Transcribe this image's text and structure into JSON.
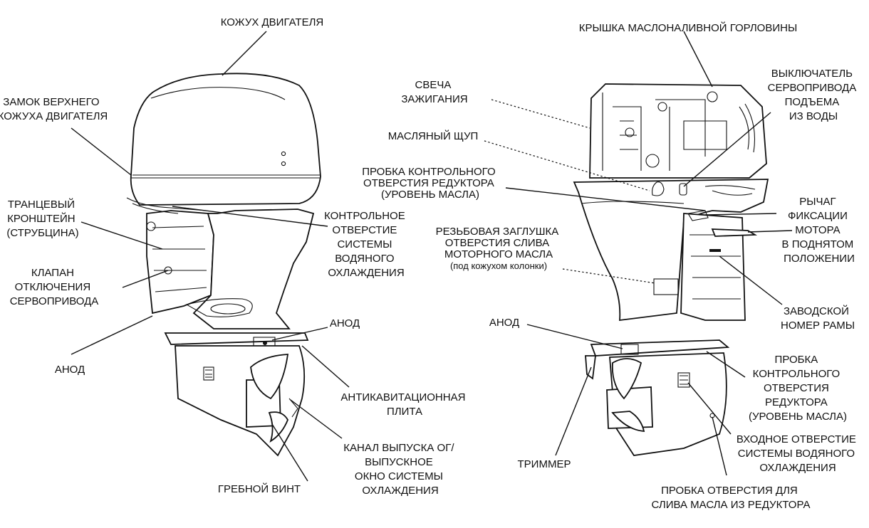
{
  "diagram": {
    "left_labels": {
      "engine_cowl": "КОЖУХ ДВИГАТЕЛЯ",
      "top_cowl_latch": [
        "ЗАМОК ВЕРХНЕГО",
        "КОЖУХА ДВИГАТЕЛЯ"
      ],
      "transom_bracket": [
        "ТРАНЦЕВЫЙ",
        "КРОНШТЕЙН",
        "(СТРУБЦИНА)"
      ],
      "trim_release_valve": [
        "КЛАПАН",
        "ОТКЛЮЧЕНИЯ",
        "СЕРВОПРИВОДА"
      ],
      "anode_left": "АНОД",
      "water_pump_indicator": [
        "КОНТРОЛЬНОЕ",
        "ОТВЕРСТИЕ",
        "СИСТЕМЫ",
        "ВОДЯНОГО",
        "ОХЛАЖДЕНИЯ"
      ],
      "anode_center": "АНОД",
      "anti_ventilation_plate": [
        "АНТИКАВИТАЦИОННАЯ",
        "ПЛИТА"
      ],
      "exhaust_outlet": [
        "КАНАЛ ВЫПУСКА ОГ/",
        "ВЫПУСКНОЕ",
        "ОКНО СИСТЕМЫ",
        "ОХЛАЖДЕНИЯ"
      ],
      "propeller": "ГРЕБНОЙ ВИНТ"
    },
    "right_labels": {
      "oil_fill_cap": "КРЫШКА МАСЛОНАЛИВНОЙ ГОРЛОВИНЫ",
      "spark_plug": [
        "СВЕЧА",
        "ЗАЖИГАНИЯ"
      ],
      "dipstick": "МАСЛЯНЫЙ ЩУП",
      "gearcase_level_plug_top": [
        "ПРОБКА КОНТРОЛЬНОГО",
        "ОТВЕРСТИЯ РЕДУКТОРА",
        "(УРОВЕНЬ МАСЛА)"
      ],
      "oil_drain_plug": [
        "РЕЗЬБОВАЯ ЗАГЛУШКА",
        "ОТВЕРСТИЯ СЛИВА",
        "МОТОРНОГО МАСЛА"
      ],
      "oil_drain_note": "(под кожухом колонки)",
      "anode_right": "АНОД",
      "trim_tab": "ТРИММЕР",
      "trim_switch": [
        "ВЫКЛЮЧАТЕЛЬ",
        "СЕРВОПРИВОДА",
        "ПОДЪЕМА",
        "ИЗ ВОДЫ"
      ],
      "tilt_lock_lever": [
        "РЫЧАГ",
        "ФИКСАЦИИ",
        "МОТОРА",
        "В ПОДНЯТОМ",
        "ПОЛОЖЕНИИ"
      ],
      "serial_number": [
        "ЗАВОДСКОЙ",
        "НОМЕР РАМЫ"
      ],
      "gearcase_level_plug": [
        "ПРОБКА",
        "КОНТРОЛЬНОГО",
        "ОТВЕРСТИЯ",
        "РЕДУКТОРА",
        "(УРОВЕНЬ МАСЛА)"
      ],
      "water_intake": [
        "ВХОДНОЕ ОТВЕРСТИЕ",
        "СИСТЕМЫ ВОДЯНОГО",
        "ОХЛАЖДЕНИЯ"
      ],
      "gear_oil_drain": [
        "ПРОБКА ОТВЕРСТИЯ ДЛЯ",
        "СЛИВА МАСЛА ИЗ РЕДУКТОРА"
      ]
    }
  }
}
